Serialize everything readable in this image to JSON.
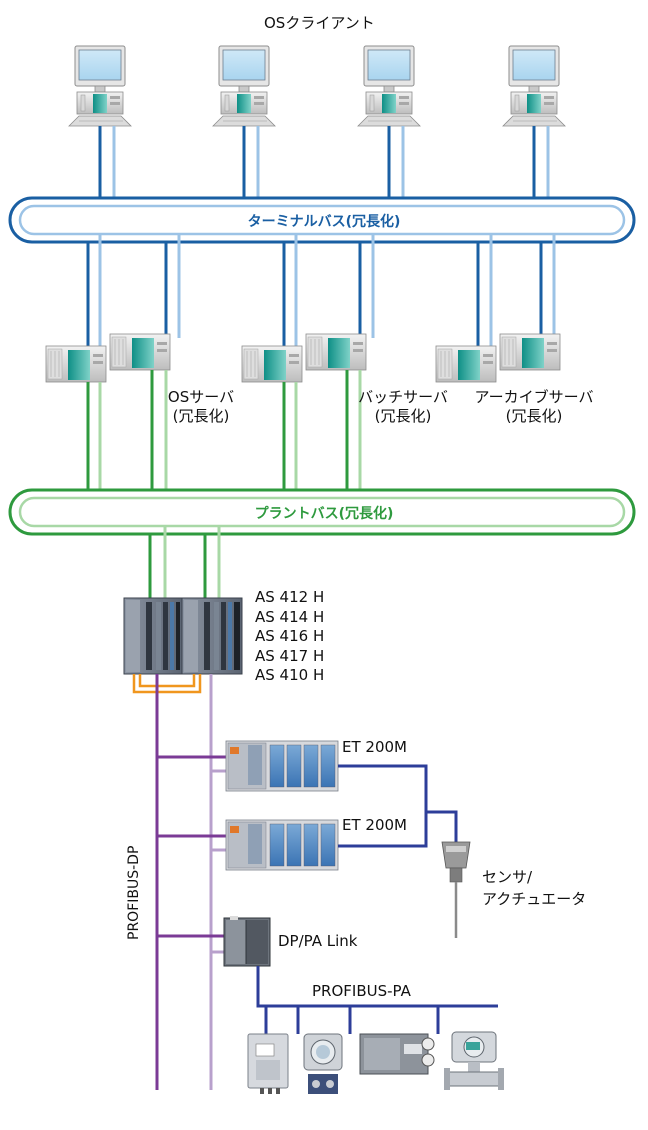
{
  "labels": {
    "os_clients": "OSクライアント",
    "terminal_bus": "ターミナルバス(冗長化)",
    "os_server_1": "OSサーバ",
    "os_server_2": "(冗長化)",
    "batch_server_1": "バッチサーバ",
    "batch_server_2": "(冗長化)",
    "archive_server_1": "アーカイブサーバ",
    "archive_server_2": "(冗長化)",
    "plant_bus": "プラントバス(冗長化)",
    "as_models": [
      "AS 412 H",
      "AS 414 H",
      "AS 416 H",
      "AS 417 H",
      "AS 410 H"
    ],
    "et200m_1": "ET 200M",
    "et200m_2": "ET 200M",
    "sensor_1": "センサ/",
    "sensor_2": "アクチュエータ",
    "profibus_dp": "PROFIBUS-DP",
    "dp_pa_link": "DP/PA Link",
    "profibus_pa": "PROFIBUS-PA"
  },
  "colors": {
    "terminal_bus_dark": "#1a5fa3",
    "terminal_bus_light": "#9cc3e6",
    "plant_bus_dark": "#2e9a3e",
    "plant_bus_light": "#a8d8a6",
    "profibus_dp_dark": "#7b3b96",
    "profibus_dp_light": "#b8a0cc",
    "profibus_pa": "#2d3e99",
    "sync_link": "#f0961e",
    "terminal_bus_text": "#1a5fa3",
    "plant_bus_text": "#2e9a3e"
  },
  "icons": {
    "clients": [
      "pc-workstation-icon",
      "pc-workstation-icon",
      "pc-workstation-icon",
      "pc-workstation-icon"
    ],
    "servers": [
      "server-pair-icon",
      "server-pair-icon",
      "server-pair-icon"
    ],
    "controller": "redundant-controller-icon",
    "et200m": "io-module-rack-icon",
    "sensor": "sensor-actuator-icon",
    "dp_pa_link": "coupler-icon",
    "field_devices": [
      "field-device-icon",
      "transmitter-icon",
      "positioner-icon",
      "flowmeter-icon"
    ]
  }
}
